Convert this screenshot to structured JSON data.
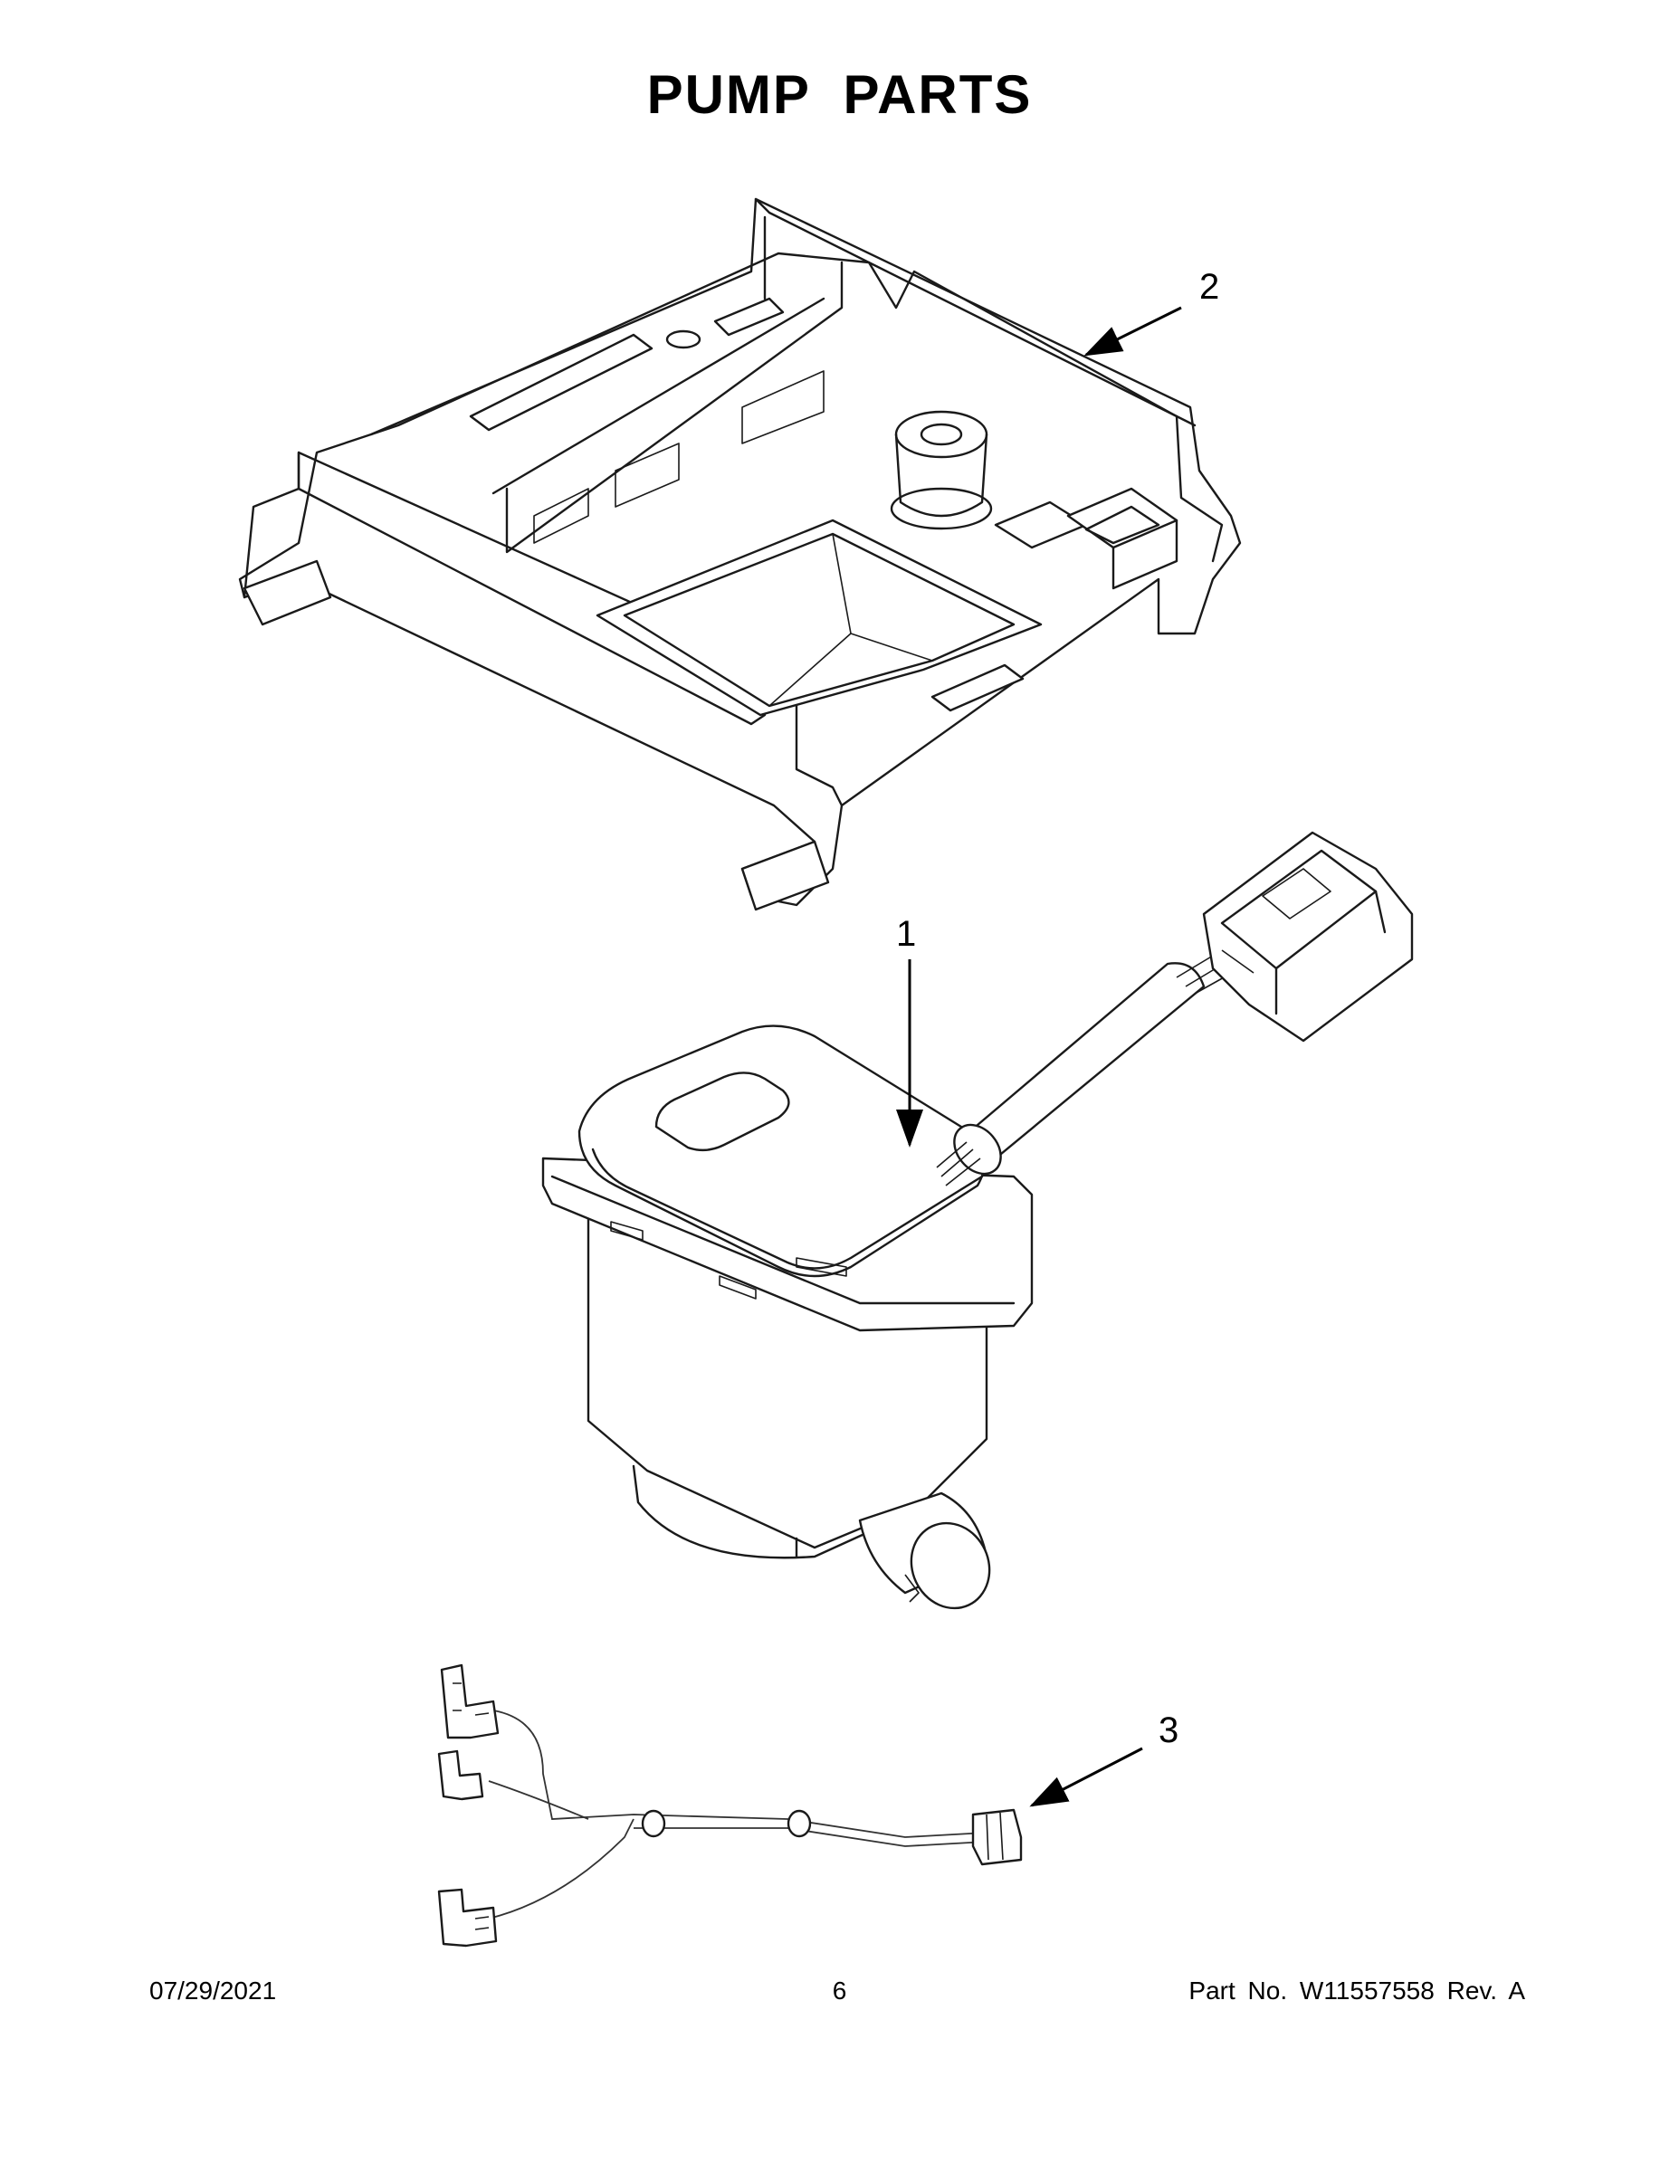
{
  "title": "PUMP PARTS",
  "callouts": {
    "part1": "1",
    "part2": "2",
    "part3": "3"
  },
  "footer": {
    "date": "07/29/2021",
    "page": "6",
    "part_number": "Part No.  W11557558  Rev.  A"
  }
}
